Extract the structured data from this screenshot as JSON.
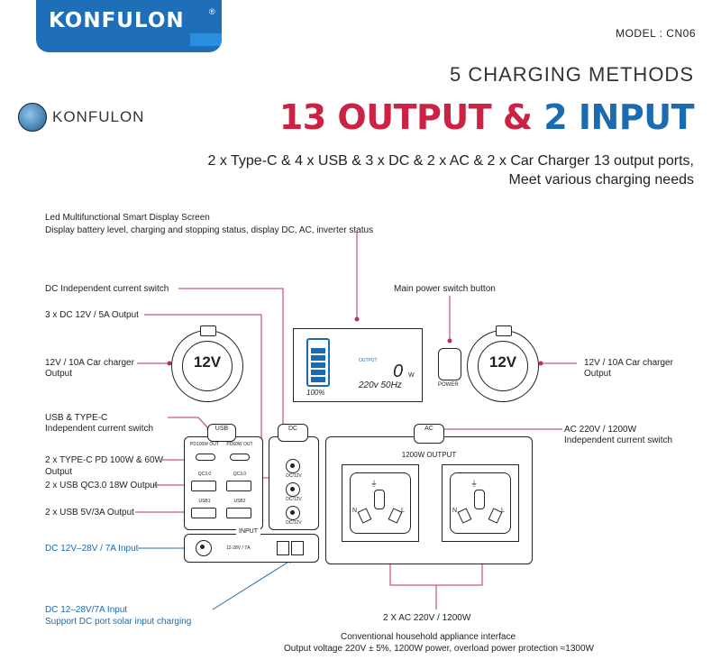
{
  "header": {
    "brand_banner": "KONFULON",
    "registered_mark": "®",
    "model": "MODEL : CN06",
    "methods": "5 CHARGING METHODS",
    "headline_part1": "13 OUTPUT",
    "headline_amp": "&",
    "headline_part2": "2 INPUT",
    "sub_line1": "2 x Type-C  &  4 x USB  &  3 x DC  &  2 x AC  &  2 x Car Charger 13 output ports,",
    "sub_line2": "Meet various charging needs",
    "brand_logo": "KONFULON"
  },
  "callouts": {
    "led_line1": "Led Multifunctional Smart Display Screen",
    "led_line2": "Display battery level, charging and stopping status, display DC, AC, inverter status",
    "dc_switch": "DC Independent current switch",
    "main_power": "Main power switch button",
    "dc_output": "3 x DC  12V / 5A  Output",
    "car_left_1": "12V / 10A  Car charger",
    "car_left_2": "Output",
    "car_right_1": "12V / 10A  Car charger",
    "car_right_2": "Output",
    "usb_switch_1": "USB  &  TYPE-C",
    "usb_switch_2": "Independent current switch",
    "ac_switch_1": "AC 220V / 1200W",
    "ac_switch_2": "Independent current switch",
    "typec_1": "2 x TYPE-C PD 100W & 60W",
    "typec_2": "Output",
    "qc": "2 x USB QC3.0  18W Output",
    "usb5v": "2 x USB 5V/3A Output",
    "dc_input": "DC 12V–28V / 7A  Input",
    "solar_1": "DC 12–28V/7A Input",
    "solar_2": "Support DC port solar input charging",
    "ac_count": "2  X  AC 220V / 1200W",
    "household_1": "Conventional household appliance interface",
    "household_2": "Output voltage 220V ± 5%, 1200W power, overload power protection ≈1300W"
  },
  "device": {
    "car_port_label": "12V",
    "display_output": "OUTPUT",
    "display_percent": "100%",
    "display_watts": "0",
    "display_w_unit": "W",
    "display_volt": "220v 50Hz",
    "power_label": "POWER",
    "usb_tab": "USB",
    "dc_tab": "DC",
    "ac_tab": "AC",
    "pd100": "PD100W OUT",
    "pd60": "PD60W OUT",
    "qc1": "QC3.0",
    "qc2": "QC3.0",
    "usb1": "USB1",
    "usb2": "USB2",
    "dc12_1": "DC/12V",
    "dc12_2": "DC/12V",
    "dc12_3": "DC/12V",
    "ac_output": "1200W  OUTPUT",
    "input_label": "INPUT",
    "input_spec": "12-28V / 7A",
    "earth_symbol": "⏚",
    "socket_n": "N",
    "socket_l": "L"
  },
  "colors": {
    "red": "#cc2244",
    "blue": "#1c6bb0",
    "line": "#b8324e"
  }
}
